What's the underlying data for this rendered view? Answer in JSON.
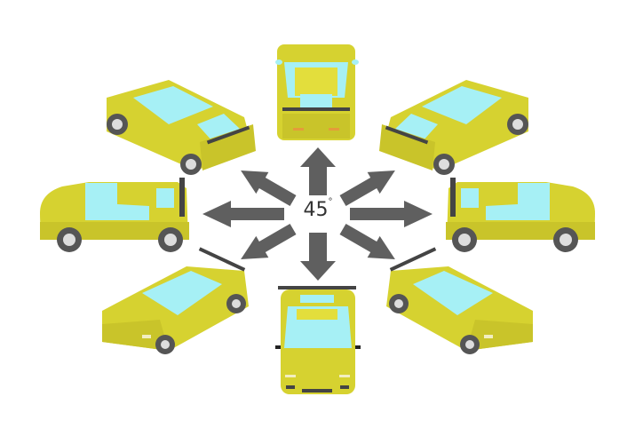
{
  "illustration": {
    "center_label": "45",
    "degree_symbol": "°",
    "arrow_count": 8,
    "car_views": [
      "rear",
      "rear-right",
      "right",
      "front-right",
      "front",
      "front-left",
      "left",
      "rear-left"
    ],
    "colors": {
      "body": "#d6d230",
      "body_light": "#e3de3c",
      "body_dark": "#bdb825",
      "glass": "#a6f0f5",
      "arrow": "#5f5f5f",
      "tire": "#555555",
      "rim": "#dddddd",
      "spoiler": "#444444",
      "background": "#ffffff"
    }
  }
}
